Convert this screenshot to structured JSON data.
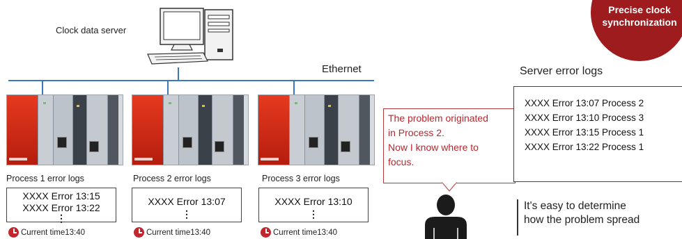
{
  "badge": {
    "line1": "Precise clock",
    "line2": "synchronization"
  },
  "server": {
    "label": "Clock data server"
  },
  "network": {
    "label": "Ethernet"
  },
  "processes": [
    {
      "label": "Process 1 error logs",
      "logs": [
        "XXXX Error 13:15",
        "XXXX Error 13:22"
      ],
      "dots": "⋮",
      "current_time": "Current time13:40"
    },
    {
      "label": "Process 2 error logs",
      "logs": [
        "XXXX Error 13:07"
      ],
      "dots": "⋮",
      "current_time": "Current time13:40"
    },
    {
      "label": "Process 3 error logs",
      "logs": [
        "XXXX Error 13:10"
      ],
      "dots": "⋮",
      "current_time": "Current time13:40"
    }
  ],
  "callout": {
    "lines": [
      "The problem originated",
      "in Process 2.",
      "Now I know where to",
      "focus."
    ]
  },
  "server_logs": {
    "title": "Server error logs",
    "entries": [
      "XXXX Error 13:07 Process 2",
      "XXXX Error 13:10 Process 3",
      "XXXX Error 13:15 Process 1",
      "XXXX Error 13:22 Process 1"
    ]
  },
  "note": {
    "line1": "It's easy to determine",
    "line2": "how the problem spread"
  },
  "colors": {
    "accent_red": "#9e1b1e",
    "callout_red": "#b8272e",
    "ethernet_blue": "#3a78b9"
  }
}
